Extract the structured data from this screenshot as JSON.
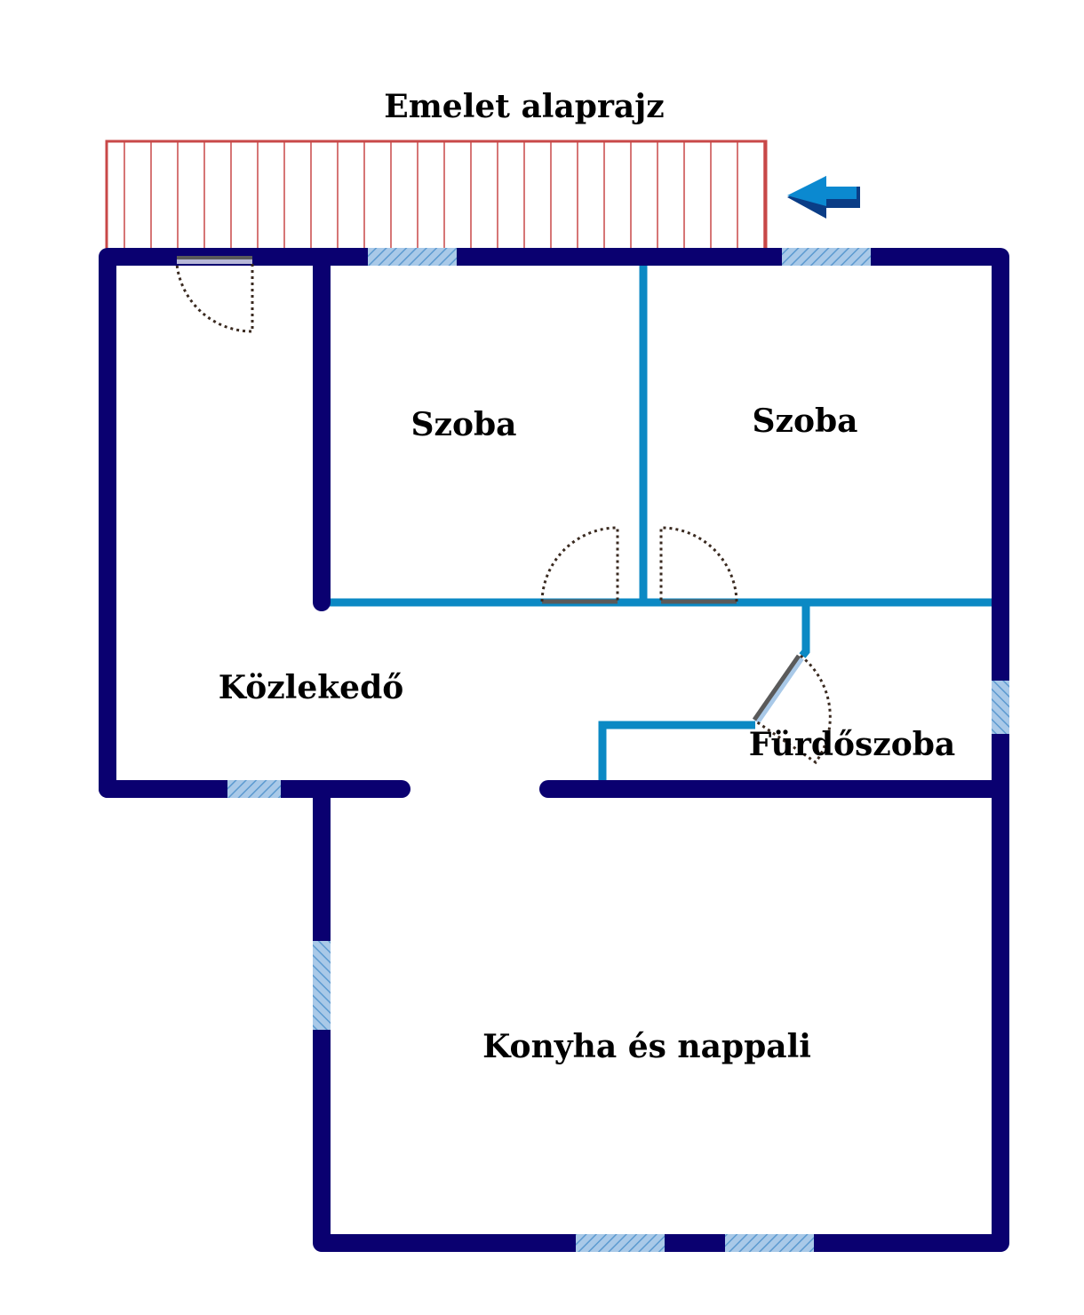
{
  "title": "Emelet alaprajz",
  "rooms": [
    {
      "id": "szoba-1",
      "label": "Szoba"
    },
    {
      "id": "szoba-2",
      "label": "Szoba"
    },
    {
      "id": "kozlekedo",
      "label": "Közlekedő"
    },
    {
      "id": "furdoszoba",
      "label": "Fürdőszoba"
    },
    {
      "id": "konyha-nappali",
      "label": "Konyha és nappali"
    }
  ],
  "colors": {
    "outer_wall": "#0a0070",
    "inner_wall": "#0b89c4",
    "window_fill": "#a9c9e8",
    "window_hatch": "#5c9ad0",
    "door_leaf": "#5a5a5a",
    "door_swing": "#3a2a20",
    "balcony": "#c84848",
    "arrow_light": "#0b89d0",
    "arrow_dark": "#0a3d86"
  },
  "icons": {
    "entry_arrow": "arrow-left-icon"
  }
}
